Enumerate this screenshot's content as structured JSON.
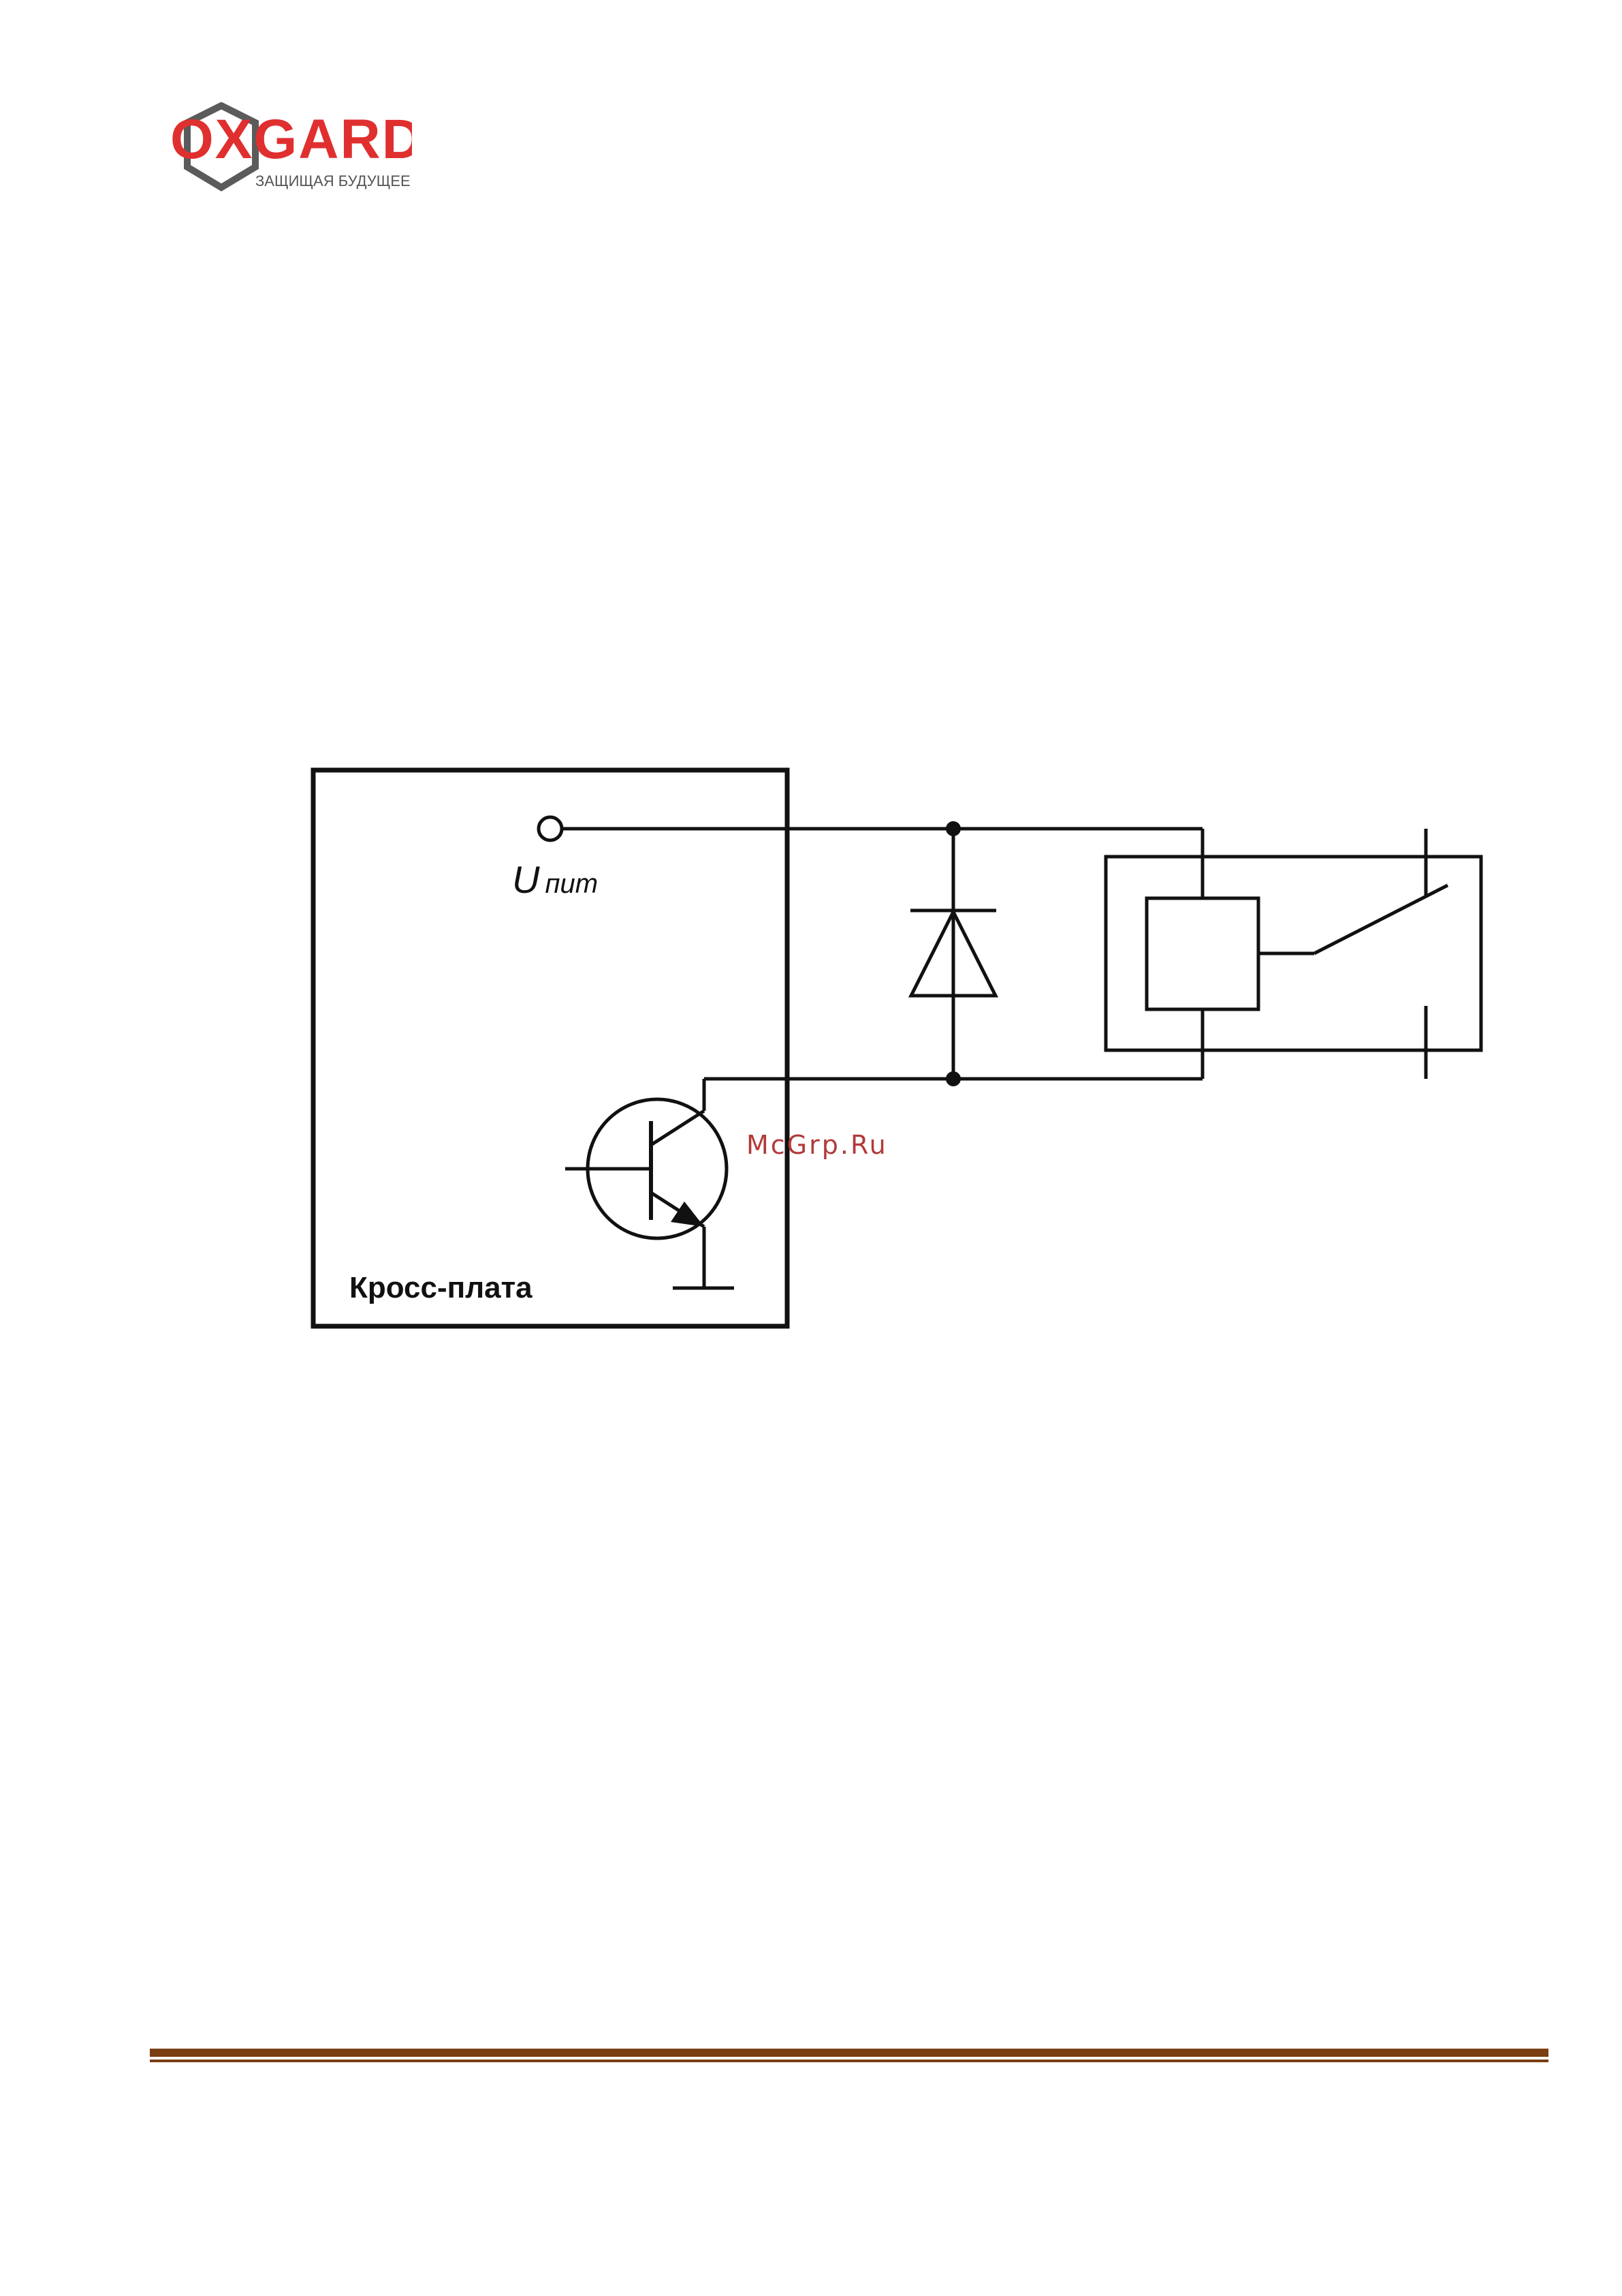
{
  "logo": {
    "brand": "OXGARD",
    "tagline": "ЗАЩИЩАЯ БУДУЩЕЕ",
    "colors": {
      "red": "#e02f2f",
      "grey": "#5b5b5b"
    }
  },
  "circuit": {
    "board_label": "Кросс-плата",
    "supply_symbol": "U",
    "supply_subscript": "пит"
  },
  "watermark": "McGrp.Ru",
  "colors": {
    "line": "#111111",
    "footer_rule": "#7a3e12",
    "watermark": "#b23a3a"
  }
}
